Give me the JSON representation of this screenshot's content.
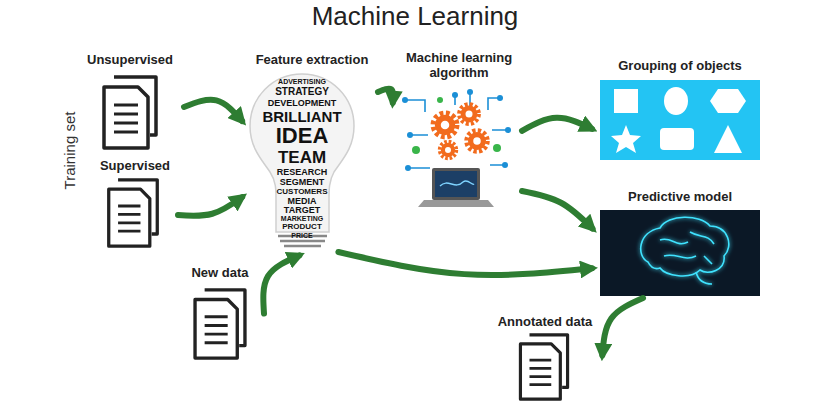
{
  "diagram": {
    "title": "Machine Learning",
    "nodes": [
      {
        "text": [
          "Unsupervised"
        ]
      },
      {
        "text": [
          "Supervised"
        ]
      },
      {
        "text": [
          "New data"
        ]
      },
      {
        "text": [
          "Feature extraction"
        ]
      },
      {
        "text": [
          "Machine learning algorithm"
        ]
      },
      {
        "text": [
          "Grouping of objects"
        ]
      },
      {
        "text": [
          "Predictive model"
        ]
      },
      {
        "text": [
          "Annotated data"
        ]
      }
    ],
    "edges": [
      {
        "from": 0,
        "to": 3,
        "arrow": "to"
      },
      {
        "from": 1,
        "to": 3,
        "arrow": "to"
      },
      {
        "from": 2,
        "to": 3,
        "arrow": "to"
      },
      {
        "from": 3,
        "to": 4,
        "arrow": "to"
      },
      {
        "from": 3,
        "to": 6,
        "arrow": "to"
      },
      {
        "from": 4,
        "to": 5,
        "arrow": "to"
      },
      {
        "from": 4,
        "to": 6,
        "arrow": "to"
      },
      {
        "from": 6,
        "to": 7,
        "arrow": "to"
      }
    ],
    "labels": [
      "Training set",
      "ADVERTISING",
      "STRATEGY",
      "DEVELOPMENT",
      "BRILLIANT",
      "IDEA",
      "TEAM",
      "RESEARCH",
      "SEGMENT",
      "CUSTOMERS",
      "MEDIA",
      "TARGET",
      "MARKETING",
      "PRODUCT",
      "PRICE"
    ]
  }
}
